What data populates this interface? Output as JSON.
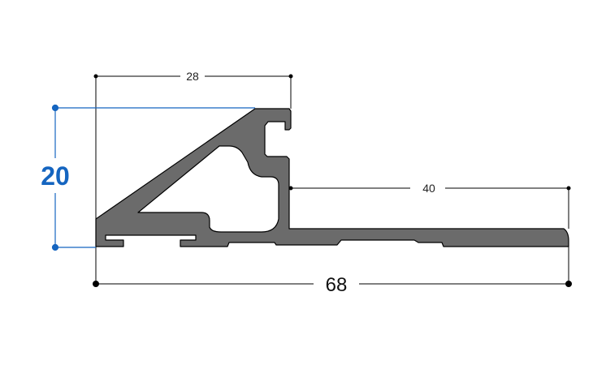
{
  "drawing": {
    "dimensions": {
      "top_width": "28",
      "flange_width": "40",
      "overall_width": "68",
      "height": "20"
    },
    "colors": {
      "profile_fill": "#6b6b6b",
      "profile_stroke": "#000000",
      "dimension_line": "#000000",
      "height_accent": "#1565c0"
    }
  }
}
